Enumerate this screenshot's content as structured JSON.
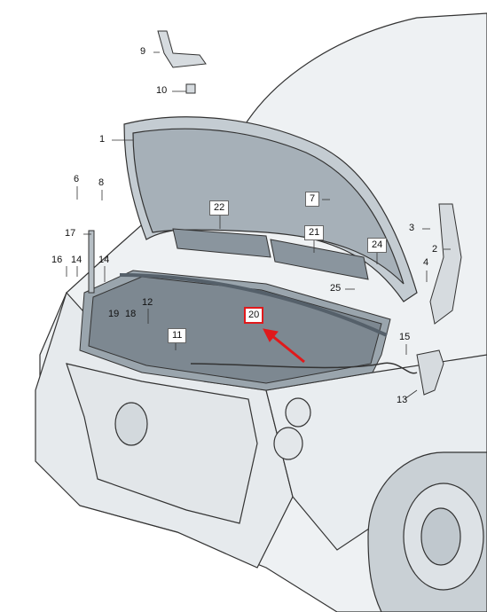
{
  "figure": {
    "callouts": [
      {
        "id": "c1",
        "text": "1"
      },
      {
        "id": "c2",
        "text": "2"
      },
      {
        "id": "c3",
        "text": "3"
      },
      {
        "id": "c4",
        "text": "4"
      },
      {
        "id": "c6",
        "text": "6"
      },
      {
        "id": "c7",
        "text": "7"
      },
      {
        "id": "c8",
        "text": "8"
      },
      {
        "id": "c9",
        "text": "9"
      },
      {
        "id": "c10",
        "text": "10"
      },
      {
        "id": "c11",
        "text": "11"
      },
      {
        "id": "c12",
        "text": "12"
      },
      {
        "id": "c13",
        "text": "13"
      },
      {
        "id": "c14a",
        "text": "14"
      },
      {
        "id": "c14b",
        "text": "14"
      },
      {
        "id": "c15",
        "text": "15"
      },
      {
        "id": "c16",
        "text": "16"
      },
      {
        "id": "c17",
        "text": "17"
      },
      {
        "id": "c18",
        "text": "18"
      },
      {
        "id": "c19",
        "text": "19"
      },
      {
        "id": "c20",
        "text": "20"
      },
      {
        "id": "c21",
        "text": "21"
      },
      {
        "id": "c22",
        "text": "22"
      },
      {
        "id": "c24",
        "text": "24"
      },
      {
        "id": "c25",
        "text": "25"
      }
    ],
    "highlight_color": "#e0191b",
    "line_color": "#333333",
    "fill_light": "#e8ecef",
    "fill_mid": "#aab4bc",
    "fill_dark": "#6f7b85"
  }
}
